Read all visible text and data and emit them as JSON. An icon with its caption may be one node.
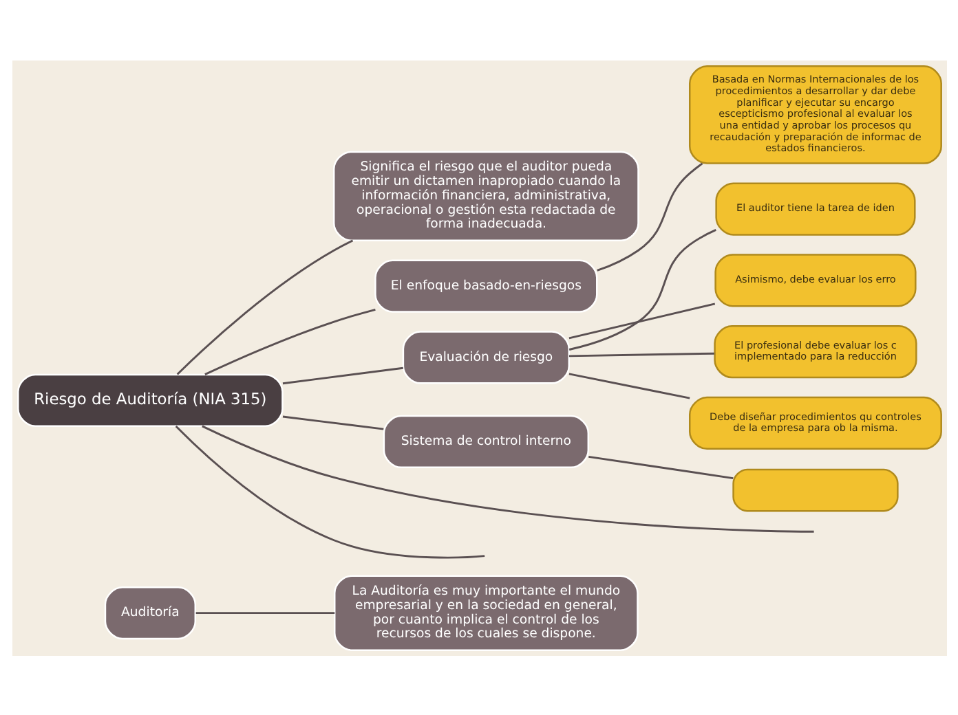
{
  "diagram": {
    "nodes": [
      {
        "text": [
          "Auditoría"
        ]
      },
      {
        "text": [
          "La Auditoría es muy importante el mundo empresarial y en la sociedad en general, por cuanto implica el control de los recursos de los cuales se dispone."
        ]
      },
      {
        "text": [
          "Riesgo de Auditoría (NIA 315)"
        ]
      },
      {
        "text": [
          "Significa el riesgo que el auditor pueda emitir un dictamen inapropiado cuando la información financiera, administrativa, operacional o gestión esta redactada de forma inadecuada."
        ]
      },
      {
        "text": [
          "El enfoque basado-en-riesgos"
        ]
      },
      {
        "text": [
          "Basada en Normas Internacionales de los procedimientos a desarrollar y dar debe planificar y ejecutar su encargo escepticismo profesional al evaluar los una entidad y aprobar los procesos qu recaudación y preparación de informac de estados financieros."
        ]
      },
      {
        "text": [
          "Evaluación de riesgo"
        ]
      },
      {
        "text": [
          "El auditor tiene la tarea de iden"
        ]
      },
      {
        "text": [
          "Asimismo, debe evaluar los erro"
        ]
      },
      {
        "text": [
          "El profesional debe evaluar los c implementado para la reducción"
        ]
      },
      {
        "text": [
          "Debe diseñar procedimientos qu controles de la empresa para ob la misma."
        ]
      },
      {
        "text": [
          "Sistema de control interno"
        ]
      },
      {
        "text": [],
        "shape": "box"
      }
    ],
    "edges": [
      {
        "from": 0,
        "to": 1,
        "arrow": "none"
      },
      {
        "from": 2,
        "to": 3,
        "arrow": "none"
      },
      {
        "from": 2,
        "to": 4,
        "arrow": "none"
      },
      {
        "from": 4,
        "to": 5,
        "arrow": "none"
      },
      {
        "from": 2,
        "to": 6,
        "arrow": "none"
      },
      {
        "from": 6,
        "to": 7,
        "arrow": "none"
      },
      {
        "from": 6,
        "to": 8,
        "arrow": "none"
      },
      {
        "from": 6,
        "to": 9,
        "arrow": "none"
      },
      {
        "from": 6,
        "to": 10,
        "arrow": "none"
      },
      {
        "from": 2,
        "to": 11,
        "arrow": "none"
      },
      {
        "from": 11,
        "to": 12,
        "arrow": "none"
      },
      {
        "from": 2,
        "to": null,
        "arrow": "none"
      },
      {
        "from": 2,
        "to": null,
        "arrow": "none"
      }
    ]
  }
}
